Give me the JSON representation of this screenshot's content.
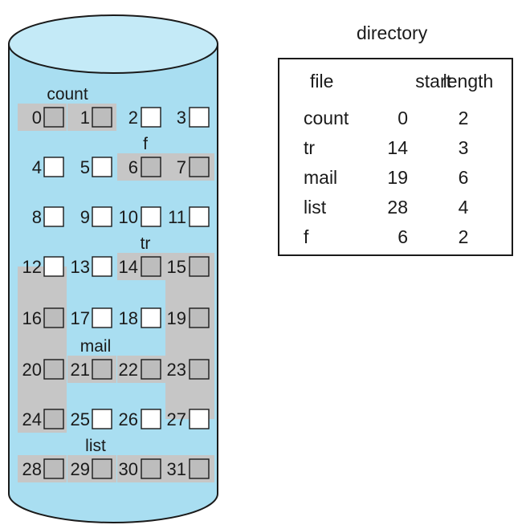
{
  "directory": {
    "title": "directory",
    "headers": {
      "file": "file",
      "start": "start",
      "length": "length"
    },
    "rows": [
      {
        "file": "count",
        "start": "0",
        "length": "2"
      },
      {
        "file": "tr",
        "start": "14",
        "length": "3"
      },
      {
        "file": "mail",
        "start": "19",
        "length": "6"
      },
      {
        "file": "list",
        "start": "28",
        "length": "4"
      },
      {
        "file": "f",
        "start": "6",
        "length": "2"
      }
    ]
  },
  "disk": {
    "block_count": 32,
    "columns": 4,
    "file_labels": [
      {
        "name": "count",
        "near_block": 0
      },
      {
        "name": "f",
        "near_block": 6
      },
      {
        "name": "tr",
        "near_block": 14
      },
      {
        "name": "mail",
        "near_block": 21
      },
      {
        "name": "list",
        "near_block": 29
      }
    ]
  },
  "colors": {
    "cylinder_fill": "#a9def1",
    "cylinder_top": "#c4eaf7",
    "allocated_fill": "#c6c6c6",
    "allocated_square": "#bdbdbd",
    "free_square": "#ffffff",
    "outline": "#1a1a1a"
  }
}
